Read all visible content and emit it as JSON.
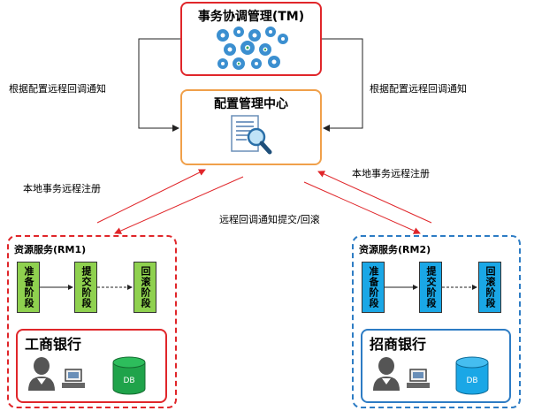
{
  "tm": {
    "title": "事务协调管理(TM)"
  },
  "config_center": {
    "title": "配置管理中心"
  },
  "labels": {
    "notify_left": "根据配置远程回调通知",
    "notify_right": "根据配置远程回调通知",
    "register_left": "本地事务远程注册",
    "register_right": "本地事务远程注册",
    "callback_submit": "远程回调通知提交/回滚"
  },
  "rm1": {
    "title": "资源服务(RM1)",
    "phases": [
      "准备阶段",
      "提交阶段",
      "回滚阶段"
    ],
    "bank": "工商银行",
    "db": "DB",
    "color": "#e0262a",
    "phase_color": "#8fd14f",
    "db_color": "#1fa34a"
  },
  "rm2": {
    "title": "资源服务(RM2)",
    "phases": [
      "准备阶段",
      "提交阶段",
      "回滚阶段"
    ],
    "bank": "招商银行",
    "db": "DB",
    "color": "#2d7cc4",
    "phase_color": "#1aa7e6",
    "db_color": "#1aa7e6"
  }
}
